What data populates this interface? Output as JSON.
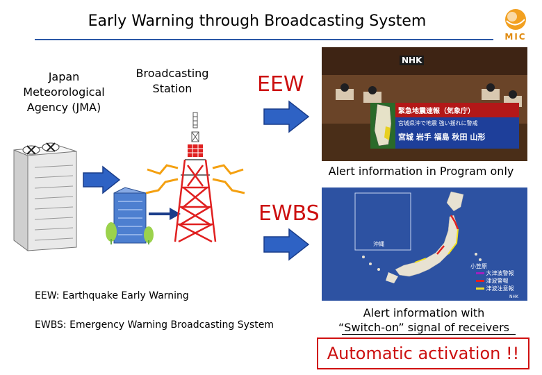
{
  "title": "Early Warning through Broadcasting System",
  "logo_text": "MIC",
  "labels": {
    "jma_line1": "Japan",
    "jma_line2": "Meteorological",
    "jma_line3": "Agency (JMA)",
    "station_line1": "Broadcasting",
    "station_line2": "Station",
    "eew": "EEW",
    "ewbs": "EWBS"
  },
  "tv_top": {
    "nhk_logo": "NHK",
    "banner": "緊急地震速報（気象庁）",
    "sub": "宮城県沖で地震 強い揺れに警戒",
    "regions": "宮城 岩手 福島 秋田 山形",
    "caption": "Alert information in Program only"
  },
  "tv_bottom": {
    "area_label": "沖縄",
    "island_label": "小笠原",
    "legend": [
      "大津波警報",
      "津波警報",
      "津波注意報"
    ],
    "corner": "NHK",
    "caption_line1": "Alert information with",
    "caption_line2": "“Switch-on” signal of receivers"
  },
  "definitions": {
    "eew": "EEW:  Earthquake Early Warning",
    "ewbs": "EWBS: Emergency Warning Broadcasting System"
  },
  "callout": "Automatic activation !!",
  "colors": {
    "accent": "#cc1010",
    "arrow": "#2e62c4",
    "rule": "#2b58a6",
    "tower": "#e02020"
  }
}
